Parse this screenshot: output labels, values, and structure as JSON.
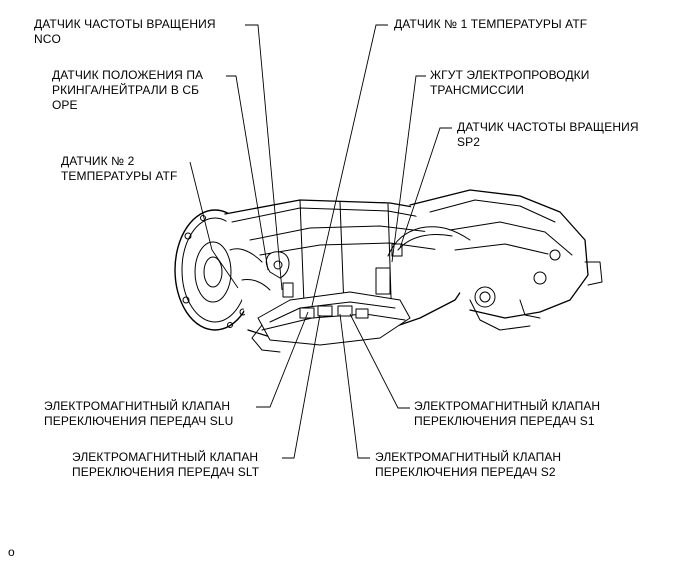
{
  "labels": {
    "nco_sensor": [
      "ДАТЧИК ЧАСТОТЫ ВРАЩЕНИЯ",
      "NCO"
    ],
    "park_neutral_switch": [
      "ДАТЧИК ПОЛОЖЕНИЯ ПА",
      "РКИНГА/НЕЙТРАЛИ В СБ",
      "ОРЕ"
    ],
    "atf_temp_2": [
      "ДАТЧИК № 2",
      "ТЕМПЕРАТУРЫ ATF"
    ],
    "atf_temp_1": [
      "ДАТЧИК № 1 ТЕМПЕРАТУРЫ ATF"
    ],
    "wire_harness": [
      "ЖГУТ ЭЛЕКТРОПРОВОДКИ",
      "ТРАНСМИССИИ"
    ],
    "sp2_sensor": [
      "ДАТЧИК ЧАСТОТЫ ВРАЩЕНИЯ",
      "SP2"
    ],
    "solenoid_slu": [
      "ЭЛЕКТРОМАГНИТНЫЙ КЛАПАН",
      "ПЕРЕКЛЮЧЕНИЯ ПЕРЕДАЧ SLU"
    ],
    "solenoid_slt": [
      "ЭЛЕКТРОМАГНИТНЫЙ КЛАПАН",
      "ПЕРЕКЛЮЧЕНИЯ ПЕРЕДАЧ SLT"
    ],
    "solenoid_s1": [
      "ЭЛЕКТРОМАГНИТНЫЙ КЛАПАН",
      "ПЕРЕКЛЮЧЕНИЯ ПЕРЕДАЧ S1"
    ],
    "solenoid_s2": [
      "ЭЛЕКТРОМАГНИТНЫЙ КЛАПАН",
      "ПЕРЕКЛЮЧЕНИЯ ПЕРЕДАЧ S2"
    ]
  },
  "footer_mark": "o"
}
